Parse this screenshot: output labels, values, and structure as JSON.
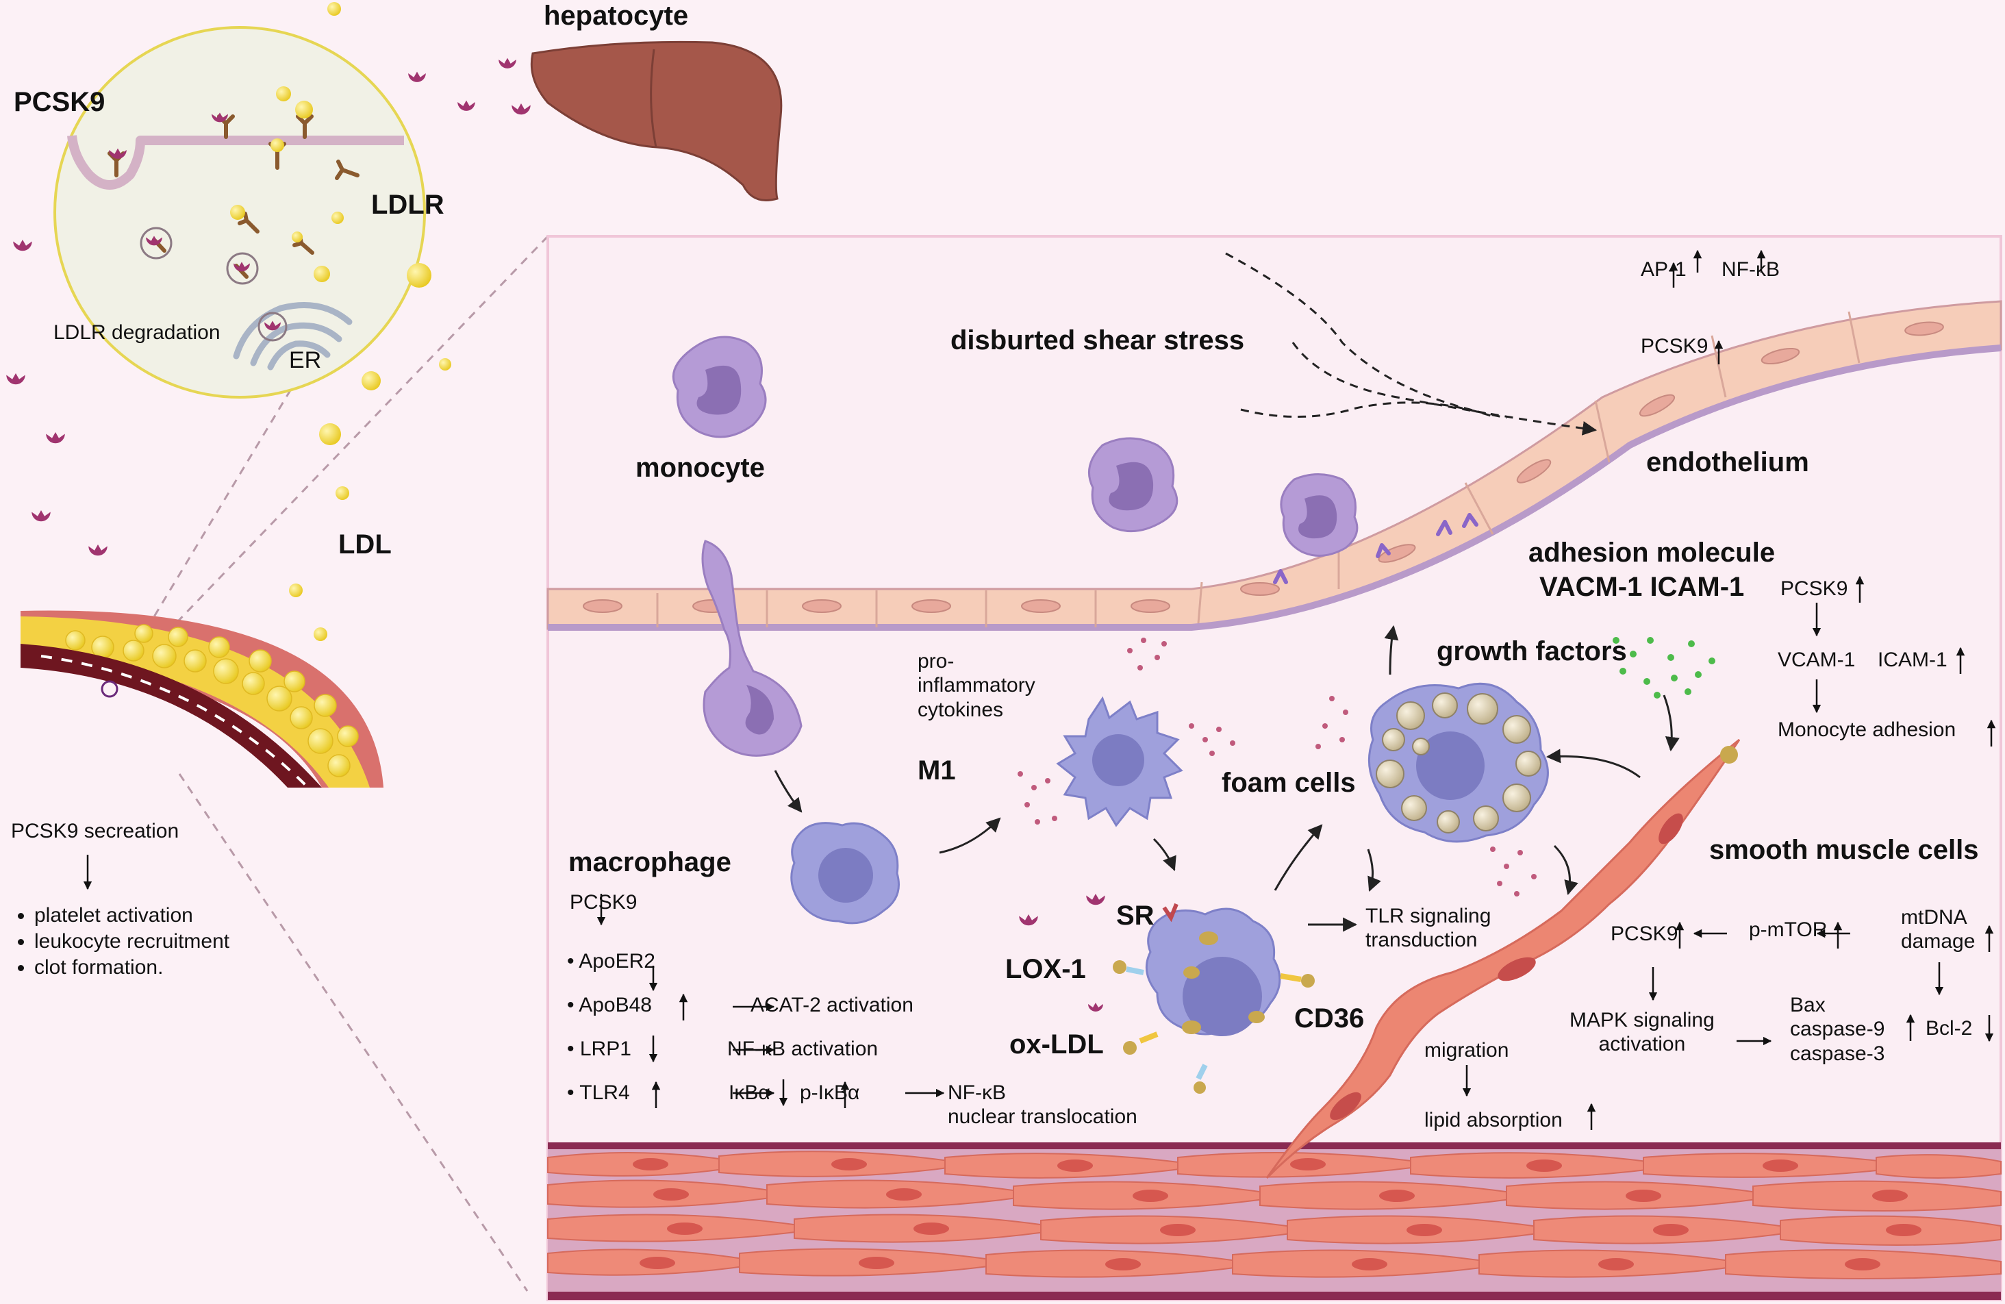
{
  "inset": {
    "pcsk9": "PCSK9",
    "ldlr": "LDLR",
    "ldlr_degradation": "LDLR degradation",
    "er": "ER"
  },
  "labels": {
    "hepatocyte": "hepatocyte",
    "ldl": "LDL",
    "monocyte": "monocyte",
    "macrophage": "macrophage",
    "m1": "M1",
    "pro_inflammatory": "pro-\ninflammatory\ncytokines",
    "foam_cells": "foam cells",
    "growth_factors": "growth factors",
    "smooth_muscle_cells": "smooth muscle cells",
    "endothelium": "endothelium",
    "disturbed_shear_stress": "disburted shear stress",
    "adhesion_molecule": "adhesion molecule",
    "vacm_icam": "VACM-1  ICAM-1",
    "sr": "SR",
    "lox1": "LOX-1",
    "ox_ldl": "ox-LDL",
    "cd36": "CD36",
    "tlr_signaling": "TLR signaling\ntransduction",
    "migration": "migration",
    "lipid_absorption": "lipid absorption"
  },
  "left_panel": {
    "secretion": "PCSK9 secreation",
    "bullets": [
      "platelet activation",
      "leukocyte recruitment",
      "clot formation."
    ]
  },
  "macrophage_panel": {
    "pcsk9": "PCSK9",
    "apoer2": "ApoER2",
    "apob48": "ApoB48",
    "acat2": "ACAT-2 activation",
    "lrp1": "LRP1",
    "nfkb_activation": "NF-κB activation",
    "tlr4": "TLR4",
    "ikba": "IκBα",
    "p_ikba": "p-IκBα",
    "nfkb_translocation": "NF-κB\nnuclear translocation"
  },
  "endothelial_panel": {
    "ap1": "AP-1",
    "nfkb": "NF-κB",
    "pcsk9_top": "PCSK9",
    "pcsk9_adh": "PCSK9",
    "vcam1": "VCAM-1",
    "icam1": "ICAM-1",
    "monocyte_adhesion": "Monocyte adhesion"
  },
  "smc_panel": {
    "pcsk9": "PCSK9",
    "p_mtor": "p-mTOR",
    "mtdna": "mtDNA\ndamage",
    "mapk": "MAPK signaling\nactivation",
    "bax": "Bax\ncaspase-9\ncaspase-3",
    "bcl2": "Bcl-2"
  },
  "colors": {
    "background": "#fcf1f6",
    "pcsk9": "#a0346f",
    "ldl": "#f2dc3c",
    "monocyte": "#b59bd6",
    "macrophage": "#9fa0dc",
    "smooth_muscle": "#ec8672",
    "endothelium": "#f6cdb9",
    "liver": "#a5574a",
    "plaque": "#f1d23b"
  }
}
